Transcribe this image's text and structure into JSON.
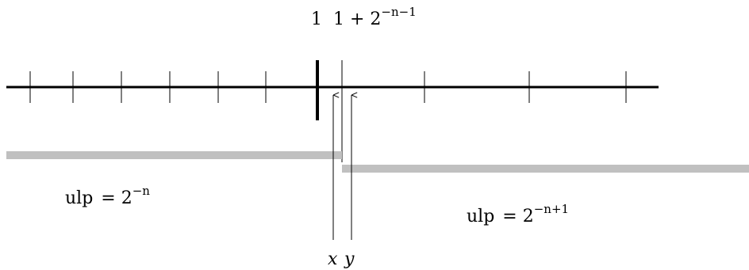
{
  "labels": {
    "one": "1",
    "one_plus": {
      "base": "1 + 2",
      "exponent": "−n−1"
    },
    "ulp_left": {
      "prefix": "ulp",
      "equals": "= 2",
      "exponent": "−n"
    },
    "ulp_right": {
      "prefix": "ulp",
      "equals": "= 2",
      "exponent": "−n+1"
    },
    "x": "x",
    "y": "y"
  },
  "colors": {
    "line": "#000000",
    "band": "#c0c0c0",
    "background": "#ffffff"
  }
}
